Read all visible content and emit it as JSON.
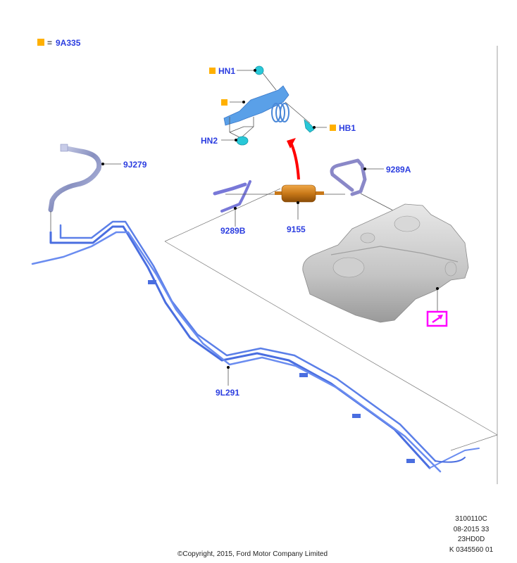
{
  "legend": {
    "symbol": "orange-square",
    "equals": "=",
    "part_number": "9A335"
  },
  "callouts": {
    "hn1": "HN1",
    "hn2": "HN2",
    "hb1": "HB1",
    "j279": "9J279",
    "a9289": "9289A",
    "b9289": "9289B",
    "f9155": "9155",
    "l291": "9L291"
  },
  "reference_icon": "arrow-reference-icon",
  "colors": {
    "callout_text": "#2b3de0",
    "legend_square": "#ffb000",
    "reference_box": "#ff00ff",
    "direction_arrow": "#ff0000",
    "fuel_lines": "#4a6ee0",
    "fasteners": "#28c8d8",
    "filter": "#c87818"
  },
  "footer": {
    "codes": [
      "3100110C",
      "08-2015 33",
      "23HD0D",
      "K 0345560 01"
    ],
    "copyright": "©Copyright, 2015, Ford Motor Company Limited"
  }
}
